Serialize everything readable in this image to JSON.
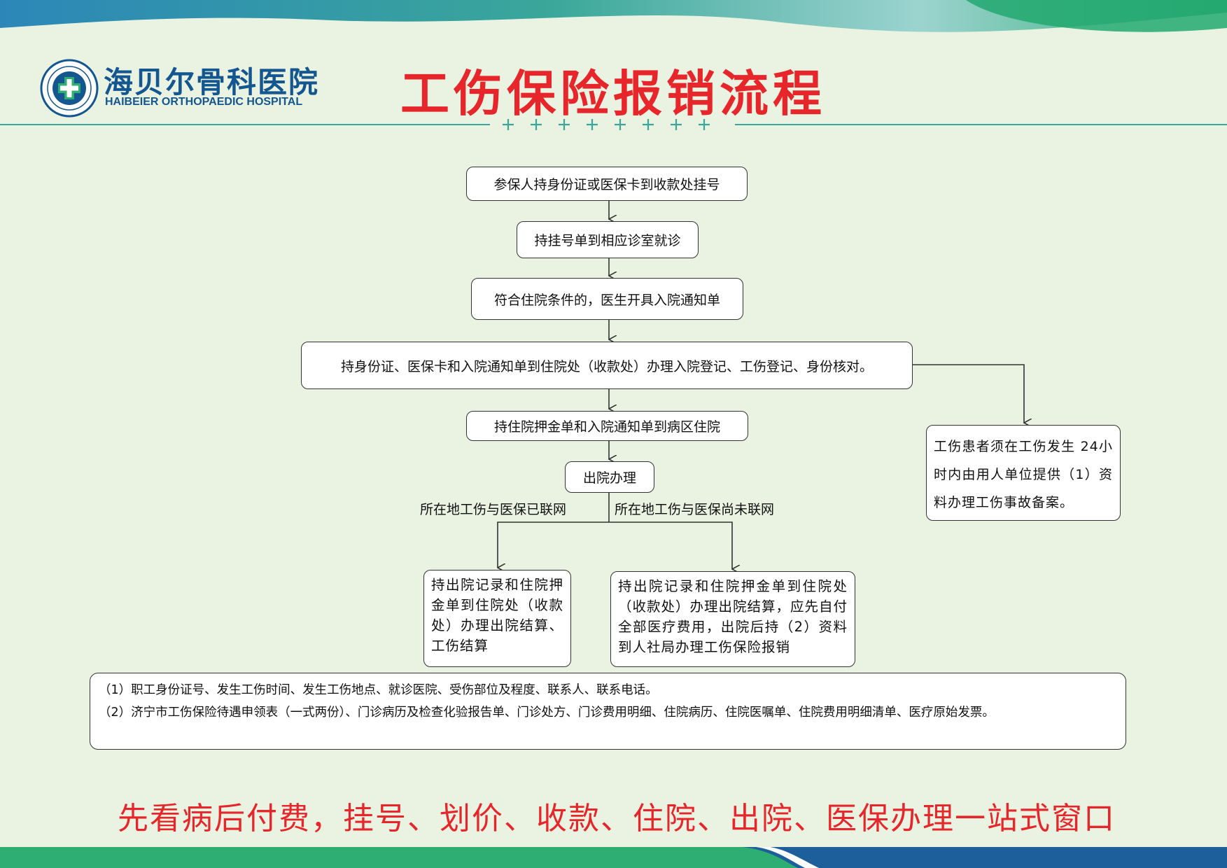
{
  "header": {
    "hospital_name_cn": "海贝尔骨科医院",
    "hospital_name_en": "HAIBEIER ORTHOPAEDIC HOSPITAL",
    "title": "工伤保险报销流程"
  },
  "flow": {
    "steps": [
      "参保人持身份证或医保卡到收款处挂号",
      "持挂号单到相应诊室就诊",
      "符合住院条件的，医生开具入院通知单",
      "持身份证、医保卡和入院通知单到住院处（收款处）办理入院登记、工伤登记、身份核对。",
      "持住院押金单和入院通知单到病区住院",
      "出院办理"
    ],
    "side_note": "工伤患者须在工伤发生 24小时内由用人单位提供（1）资料办理工伤事故备案。",
    "branches": [
      {
        "label": "所在地工伤与医保已联网",
        "text": "持出院记录和住院押金单到住院处（收款处）办理出院结算、工伤结算"
      },
      {
        "label": "所在地工伤与医保尚未联网",
        "text": "持出院记录和住院押金单到住院处（收款处）办理出院结算，应先自付全部医疗费用，出院后持（2）资料到人社局办理工伤保险报销"
      }
    ]
  },
  "notes": [
    "（1）职工身份证号、发生工伤时间、发生工伤地点、就诊医院、受伤部位及程度、联系人、联系电话。",
    "（2）济宁市工伤保险待遇申领表（一式两份）、门诊病历及检查化验报告单、门诊处方、门诊费用明细、住院病历、住院医嘱单、住院费用明细清单、医疗原始发票。"
  ],
  "footer": {
    "slogan": "先看病后付费，挂号、划价、收款、住院、出院、医保办理一站式窗口"
  },
  "colors": {
    "background": "#eaf3e2",
    "title_red": "#e6262a",
    "brand_blue": "#14568f",
    "accent_teal": "#3aa79a"
  }
}
